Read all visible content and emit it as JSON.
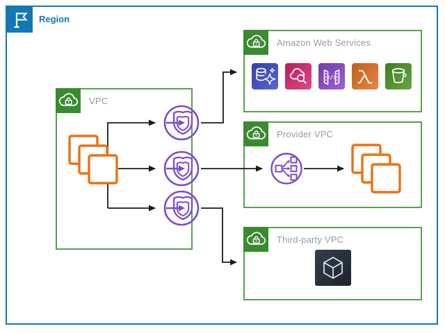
{
  "region": {
    "label": "Region",
    "icon": "region-flag-icon"
  },
  "vpc": {
    "label": "VPC",
    "icon": "vpc-cloud-lock-icon",
    "contents": [
      "instance-stack-icon"
    ]
  },
  "endpoints": {
    "icon": "vpc-endpoint-shield-icon",
    "count": 3,
    "items": [
      "endpoint-top",
      "endpoint-middle",
      "endpoint-bottom"
    ]
  },
  "aws_services": {
    "label": "Amazon Web Services",
    "icon": "aws-cloud-lock-icon",
    "services": [
      {
        "name": "database-sparkle-icon",
        "color": "#3B4AC8"
      },
      {
        "name": "cloud-search-icon",
        "color": "#D8256C"
      },
      {
        "name": "api-gateway-icon",
        "color": "#8A43CE"
      },
      {
        "name": "lambda-icon",
        "color": "#E4701E"
      },
      {
        "name": "s3-bucket-icon",
        "color": "#4B9425"
      }
    ]
  },
  "provider_vpc": {
    "label": "Provider VPC",
    "icon": "vpc-cloud-lock-icon",
    "contents": [
      "load-balancer-icon",
      "instance-stack-icon"
    ]
  },
  "third_party_vpc": {
    "label": "Third-party VPC",
    "icon": "vpc-cloud-lock-icon",
    "contents": [
      "third-party-application-cube-icon"
    ]
  },
  "connections": [
    {
      "from": "vpc-instances",
      "to": "endpoint-top"
    },
    {
      "from": "vpc-instances",
      "to": "endpoint-middle"
    },
    {
      "from": "vpc-instances",
      "to": "endpoint-bottom"
    },
    {
      "from": "endpoint-top",
      "to": "amazon-web-services"
    },
    {
      "from": "endpoint-middle",
      "to": "provider-vpc-load-balancer"
    },
    {
      "from": "provider-vpc-load-balancer",
      "to": "provider-vpc-instances"
    },
    {
      "from": "endpoint-bottom",
      "to": "third-party-vpc"
    }
  ],
  "colors": {
    "region_blue": "#1478B4",
    "green": "#3B8A30",
    "green_border": "#54A24E",
    "orange": "#E97211",
    "purple": "#7B4BCC",
    "dark_navy": "#232F3E",
    "label_gray": "#939B9F",
    "connector_black": "#1A1A1A"
  }
}
